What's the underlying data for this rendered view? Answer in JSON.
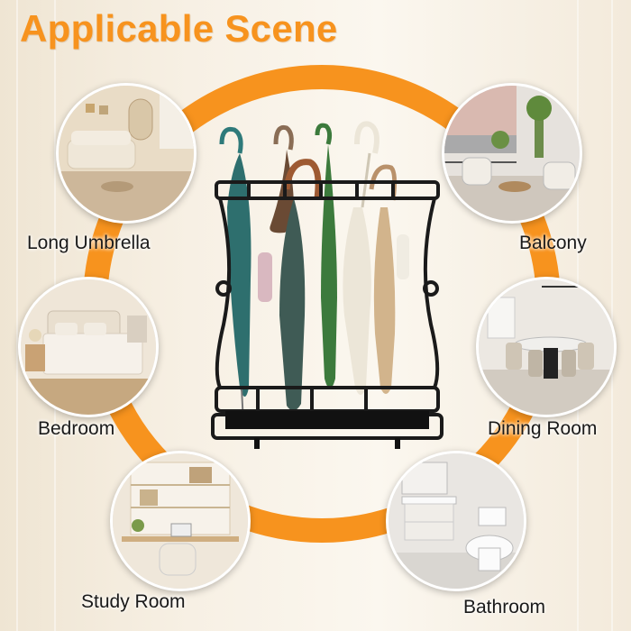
{
  "title": "Applicable Scene",
  "accent_color": "#f7931e",
  "scenes": [
    {
      "id": "long-umbrella",
      "label": "Long Umbrella"
    },
    {
      "id": "balcony",
      "label": "Balcony"
    },
    {
      "id": "bedroom",
      "label": "Bedroom"
    },
    {
      "id": "dining-room",
      "label": "Dining Room"
    },
    {
      "id": "study-room",
      "label": "Study Room"
    },
    {
      "id": "bathroom",
      "label": "Bathroom"
    }
  ],
  "product": {
    "icon": "umbrella-stand",
    "umbrella_colors": [
      "#2e6f6e",
      "#5a5a5a",
      "#9e5a32",
      "#3c7a3c",
      "#ece6d8",
      "#d2b48c"
    ]
  }
}
